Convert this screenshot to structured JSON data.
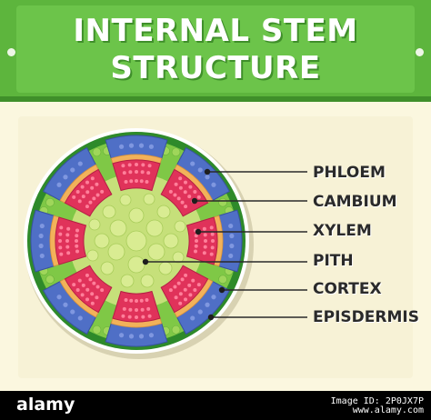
{
  "title": {
    "line1": "INTERNAL STEM",
    "line2": "STRUCTURE"
  },
  "labels": [
    {
      "id": "phloem",
      "text": "PHLOEM"
    },
    {
      "id": "cambium",
      "text": "CAMBIUM"
    },
    {
      "id": "xylem",
      "text": "XYLEM"
    },
    {
      "id": "pith",
      "text": "PITH"
    },
    {
      "id": "cortex",
      "text": "CORTEX"
    },
    {
      "id": "episdermis",
      "text": "EPISDERMIS"
    }
  ],
  "watermark": {
    "brand": "alamy",
    "image_id_line1": "Image ID: 2P0JX7P",
    "image_id_line2": "www.alamy.com"
  },
  "colors": {
    "banner": "#5db53d",
    "epidermis": "#2e8a2a",
    "cortex": "#7fc846",
    "pith": "#c6e07a",
    "phloem": "#4f6fc6",
    "cambium": "#f2b25a",
    "xylem": "#e0325a",
    "background": "#fbf7df"
  }
}
